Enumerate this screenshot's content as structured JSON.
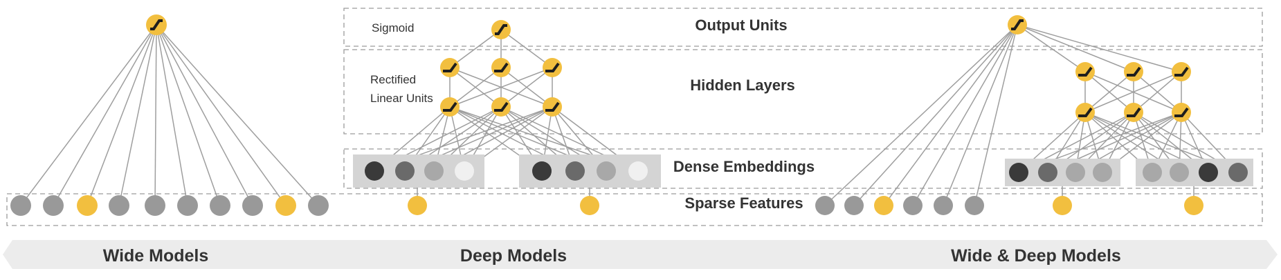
{
  "labels": {
    "sigmoid": "Sigmoid",
    "rectified_line1": "Rectified",
    "rectified_line2": "Linear Units",
    "output_units": "Output Units",
    "hidden_layers": "Hidden Layers",
    "dense_embeddings": "Dense Embeddings",
    "sparse_features": "Sparse Features"
  },
  "banner": {
    "wide": "Wide Models",
    "deep": "Deep Models",
    "wide_deep": "Wide & Deep Models"
  },
  "colors": {
    "yellow": "#F2BF3F",
    "gray": "#999999",
    "dark": "#3a3a3a",
    "mid": "#6a6a6a",
    "light_gray": "#a8a8a8",
    "white_node": "#f0f0f0",
    "embed_bg": "#d4d4d4",
    "banner_bg": "#ececec",
    "edge": "#9e9e9e"
  },
  "icons": {
    "output_unit": "sigmoid-unit-icon",
    "hidden_unit": "relu-unit-icon"
  }
}
